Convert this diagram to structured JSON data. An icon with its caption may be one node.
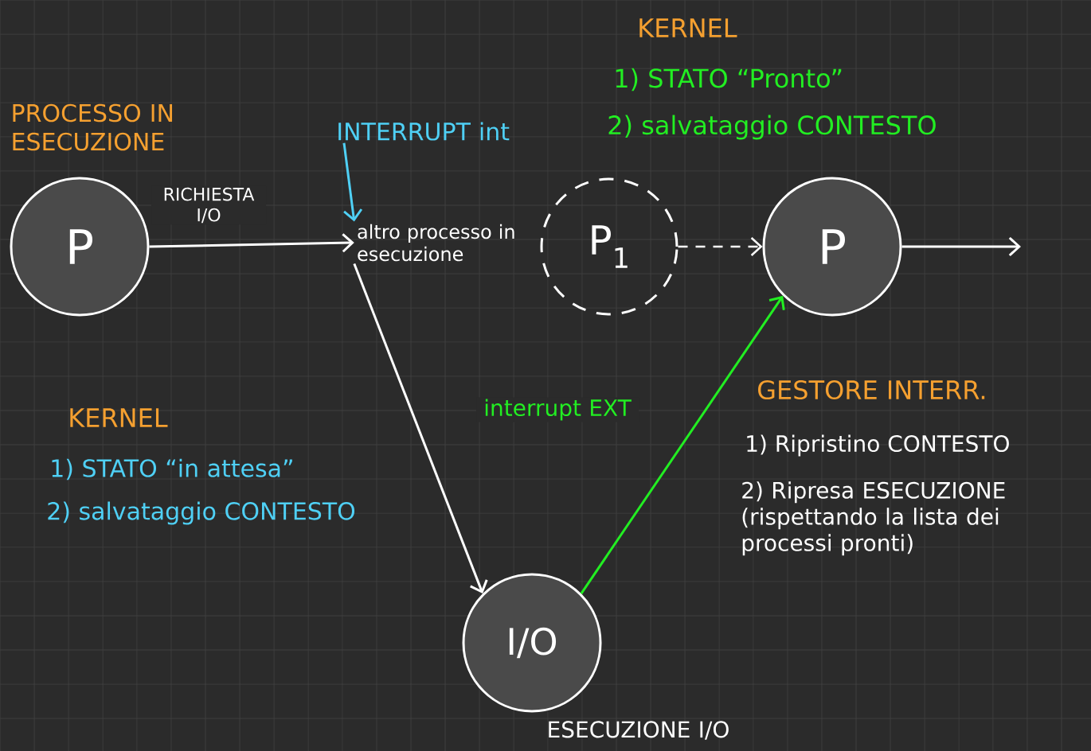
{
  "diagram": {
    "nodes": [
      {
        "text": [
          "P"
        ],
        "beside": [
          "PROCESSO IN ESECUZIONE"
        ]
      },
      {
        "text": [
          "altro processo in esecuzione"
        ]
      },
      {
        "text": [
          "P$_{1}$"
        ]
      },
      {
        "text": [
          "P"
        ]
      },
      {
        "text": [
          "I/O"
        ],
        "beside": [
          "ESECUZIONE I/O"
        ]
      },
      {
        "text": [
          "INTERRUPT int"
        ]
      }
    ],
    "edges": [
      {
        "from": 0,
        "to": 1,
        "arrow": "to",
        "label": "RICHIESTA I/O"
      },
      {
        "from": 1,
        "to": 4,
        "arrow": "to"
      },
      {
        "from": 2,
        "to": 3,
        "arrow": "to",
        "style": "dashed"
      },
      {
        "from": 4,
        "to": 3,
        "arrow": "to",
        "color": "#22ee22",
        "label": "interrupt EXT"
      },
      {
        "from": 3,
        "to": null,
        "arrow": "to"
      },
      {
        "from": 5,
        "to": 1,
        "arrow": "to",
        "color": "#4fd0f5"
      }
    ],
    "labels": [
      "KERNEL",
      "1) STATO “Pronto”",
      "2) salvataggio CONTESTO",
      "KERNEL",
      "1) STATO “in attesa”",
      "2) salvataggio CONTESTO",
      "GESTORE INTERR.",
      "1) Ripristino CONTESTO",
      "2) Ripresa ESECUZIONE (rispettando la lista dei processi pronti)"
    ]
  }
}
